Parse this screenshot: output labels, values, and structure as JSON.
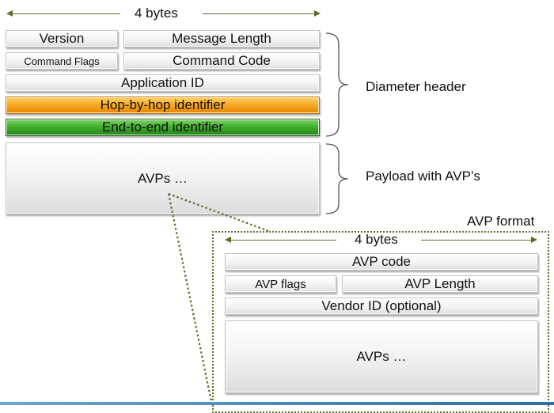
{
  "header_width_label": "4 bytes",
  "header_fields": {
    "version": "Version",
    "message_length": "Message Length",
    "command_flags": "Command Flags",
    "command_code": "Command Code",
    "application_id": "Application ID",
    "hop_by_hop": "Hop-by-hop identifier",
    "end_to_end": "End-to-end identifier",
    "avps": "AVPs …"
  },
  "brace_labels": {
    "diameter_header": "Diameter header",
    "payload": "Payload with AVP’s"
  },
  "avp_format": {
    "title": "AVP format",
    "width_label": "4 bytes",
    "avp_code": "AVP  code",
    "avp_flags": "AVP flags",
    "avp_length": "AVP Length",
    "vendor_id": "Vendor ID (optional)",
    "avps": "AVPs …"
  },
  "colors": {
    "hop_by_hop": "#f6a623",
    "end_to_end": "#3fae2a",
    "accent_line": "#5a6e2a"
  }
}
